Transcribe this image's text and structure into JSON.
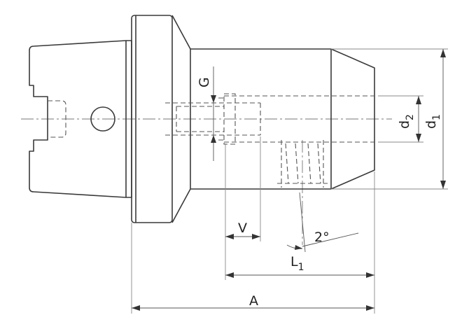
{
  "labels": {
    "g": "G",
    "d2": "d",
    "d2_sub": "2",
    "d1": "d",
    "d1_sub": "1",
    "v": "V",
    "angle": "2°",
    "l1": "L",
    "l1_sub": "1",
    "a": "A"
  },
  "colors": {
    "line": "#3a3a3a",
    "text": "#222222",
    "background": "#ffffff"
  }
}
